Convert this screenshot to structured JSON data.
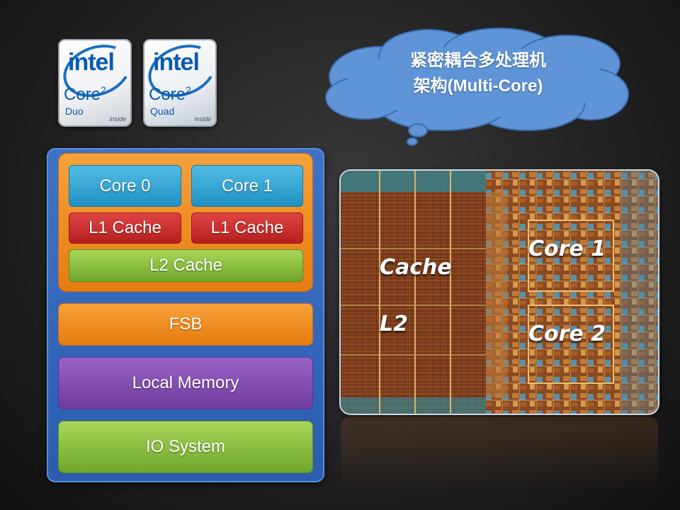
{
  "logos": [
    {
      "brand": "intel",
      "product": "Core",
      "generation": "2",
      "variant": "Duo",
      "tagline": "inside"
    },
    {
      "brand": "intel",
      "product": "Core",
      "generation": "2",
      "variant": "Quad",
      "tagline": "inside"
    }
  ],
  "callout": {
    "line1": "紧密耦合多处理机",
    "line2": "架构(Multi-Core)"
  },
  "stack": {
    "core0": "Core 0",
    "core1": "Core 1",
    "l1_left": "L1 Cache",
    "l1_right": "L1 Cache",
    "l2": "L2 Cache",
    "fsb": "FSB",
    "memory": "Local Memory",
    "io": "IO System"
  },
  "die": {
    "cache": "Cache",
    "l2": "L2",
    "core1": "Core 1",
    "core2": "Core 2"
  },
  "colors": {
    "outer_blue": "#3d73c7",
    "chip_orange": "#f39a2e",
    "core_cyan": "#2fa6d8",
    "l1_red": "#c92b2b",
    "l2_green": "#8cc142",
    "memory_purple": "#7f4ab0"
  }
}
